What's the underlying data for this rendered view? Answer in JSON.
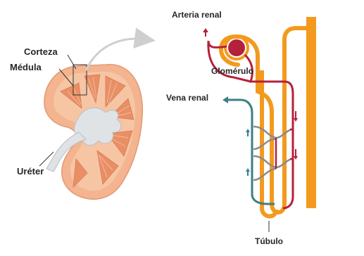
{
  "labels": {
    "corteza": "Corteza",
    "medula": "Médula",
    "ureter": "Uréter",
    "arteria_renal": "Arteria renal",
    "glomerulo": "Glomérulo",
    "vena_renal": "Vena renal",
    "tubulo": "Túbulo"
  },
  "colors": {
    "artery": "#b5203b",
    "vein": "#3a7f86",
    "tubule": "#f39a1e",
    "capillary": "#8b8b8b",
    "kidney_cortex": "#f3b48f",
    "kidney_medulla": "#e98f66",
    "pelvis": "#dfe3e6"
  }
}
